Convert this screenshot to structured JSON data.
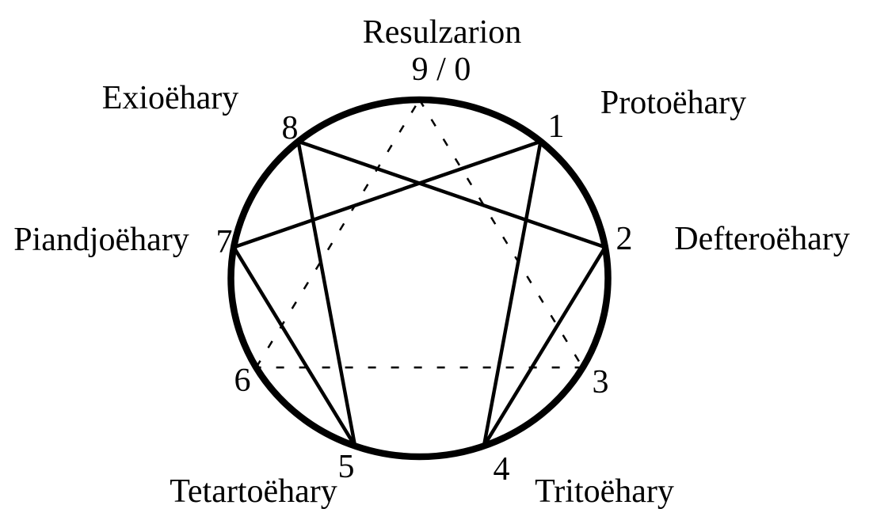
{
  "diagram": {
    "type": "enneagram",
    "background_color": "#ffffff",
    "stroke_color": "#000000",
    "points": [
      {
        "position": "9 / 0",
        "number": "9 / 0",
        "name": "Resulzarion",
        "angle_deg": 0
      },
      {
        "position": "1",
        "number": "1",
        "name": "Protoëhary",
        "angle_deg": 40
      },
      {
        "position": "2",
        "number": "2",
        "name": "Defteroëhary",
        "angle_deg": 80
      },
      {
        "position": "3",
        "number": "3",
        "angle_deg": 120
      },
      {
        "position": "4",
        "number": "4",
        "name": "Tritoëhary",
        "angle_deg": 160
      },
      {
        "position": "5",
        "number": "5",
        "name": "Tetartoëhary",
        "angle_deg": 200
      },
      {
        "position": "6",
        "number": "6",
        "angle_deg": 240
      },
      {
        "position": "7",
        "number": "7",
        "name": "Piandjoëhary",
        "angle_deg": 280
      },
      {
        "position": "8",
        "number": "8",
        "name": "Exioëhary",
        "angle_deg": 320
      }
    ],
    "solid_line_sequence": [
      1,
      4,
      2,
      8,
      5,
      7,
      1
    ],
    "dashed_triangle_sequence": [
      0,
      3,
      6,
      0
    ],
    "line_styles": {
      "circle_stroke_width": 8.5,
      "solid_stroke_width": 4.5,
      "dashed_stroke_width": 2.5,
      "dash_pattern": "10 19"
    }
  }
}
